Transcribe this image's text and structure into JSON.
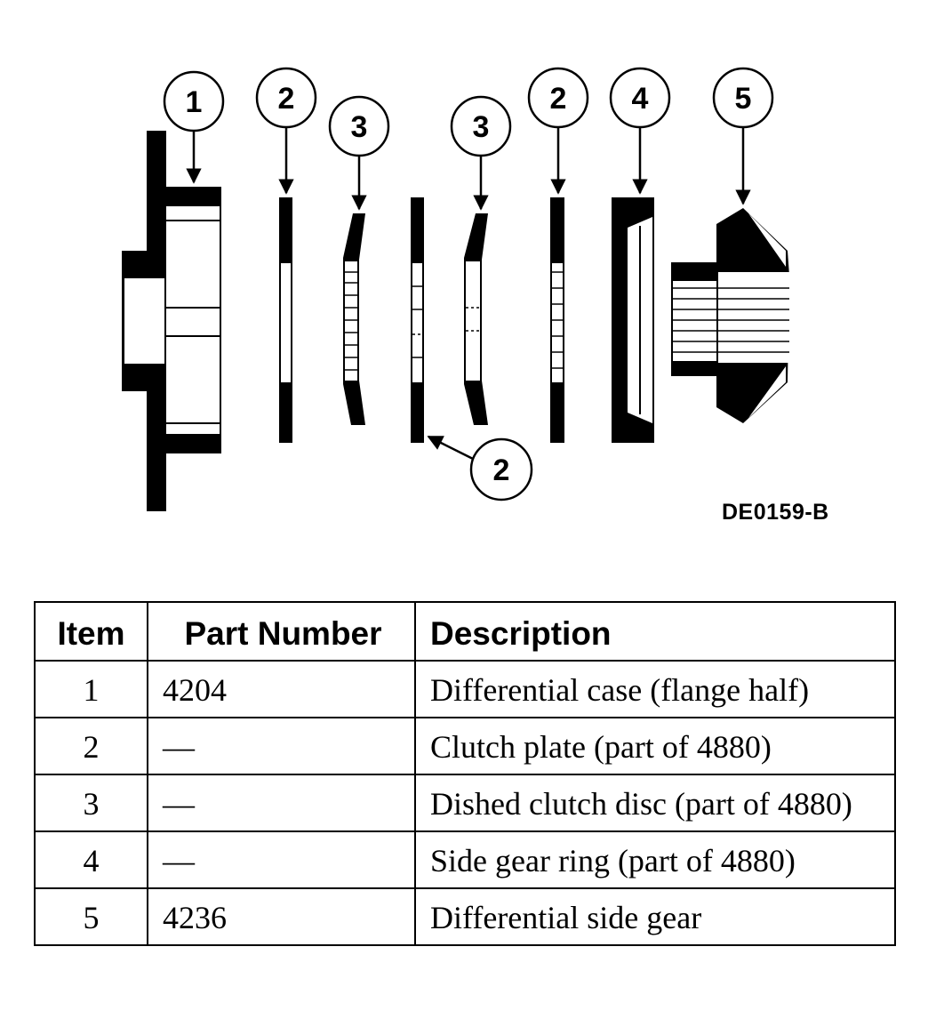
{
  "figure": {
    "code": "DE0159-B",
    "callouts": [
      "1",
      "2",
      "3",
      "3",
      "2",
      "4",
      "5",
      "2"
    ]
  },
  "table": {
    "headers": {
      "item": "Item",
      "part_number": "Part Number",
      "description": "Description"
    },
    "rows": [
      {
        "item": "1",
        "part_number": "4204",
        "description": "Differential case (flange half)"
      },
      {
        "item": "2",
        "part_number": "—",
        "description": "Clutch plate (part of 4880)"
      },
      {
        "item": "3",
        "part_number": "—",
        "description": "Dished clutch disc (part of 4880)"
      },
      {
        "item": "4",
        "part_number": "—",
        "description": "Side gear ring (part of 4880)"
      },
      {
        "item": "5",
        "part_number": "4236",
        "description": "Differential side gear"
      }
    ]
  }
}
